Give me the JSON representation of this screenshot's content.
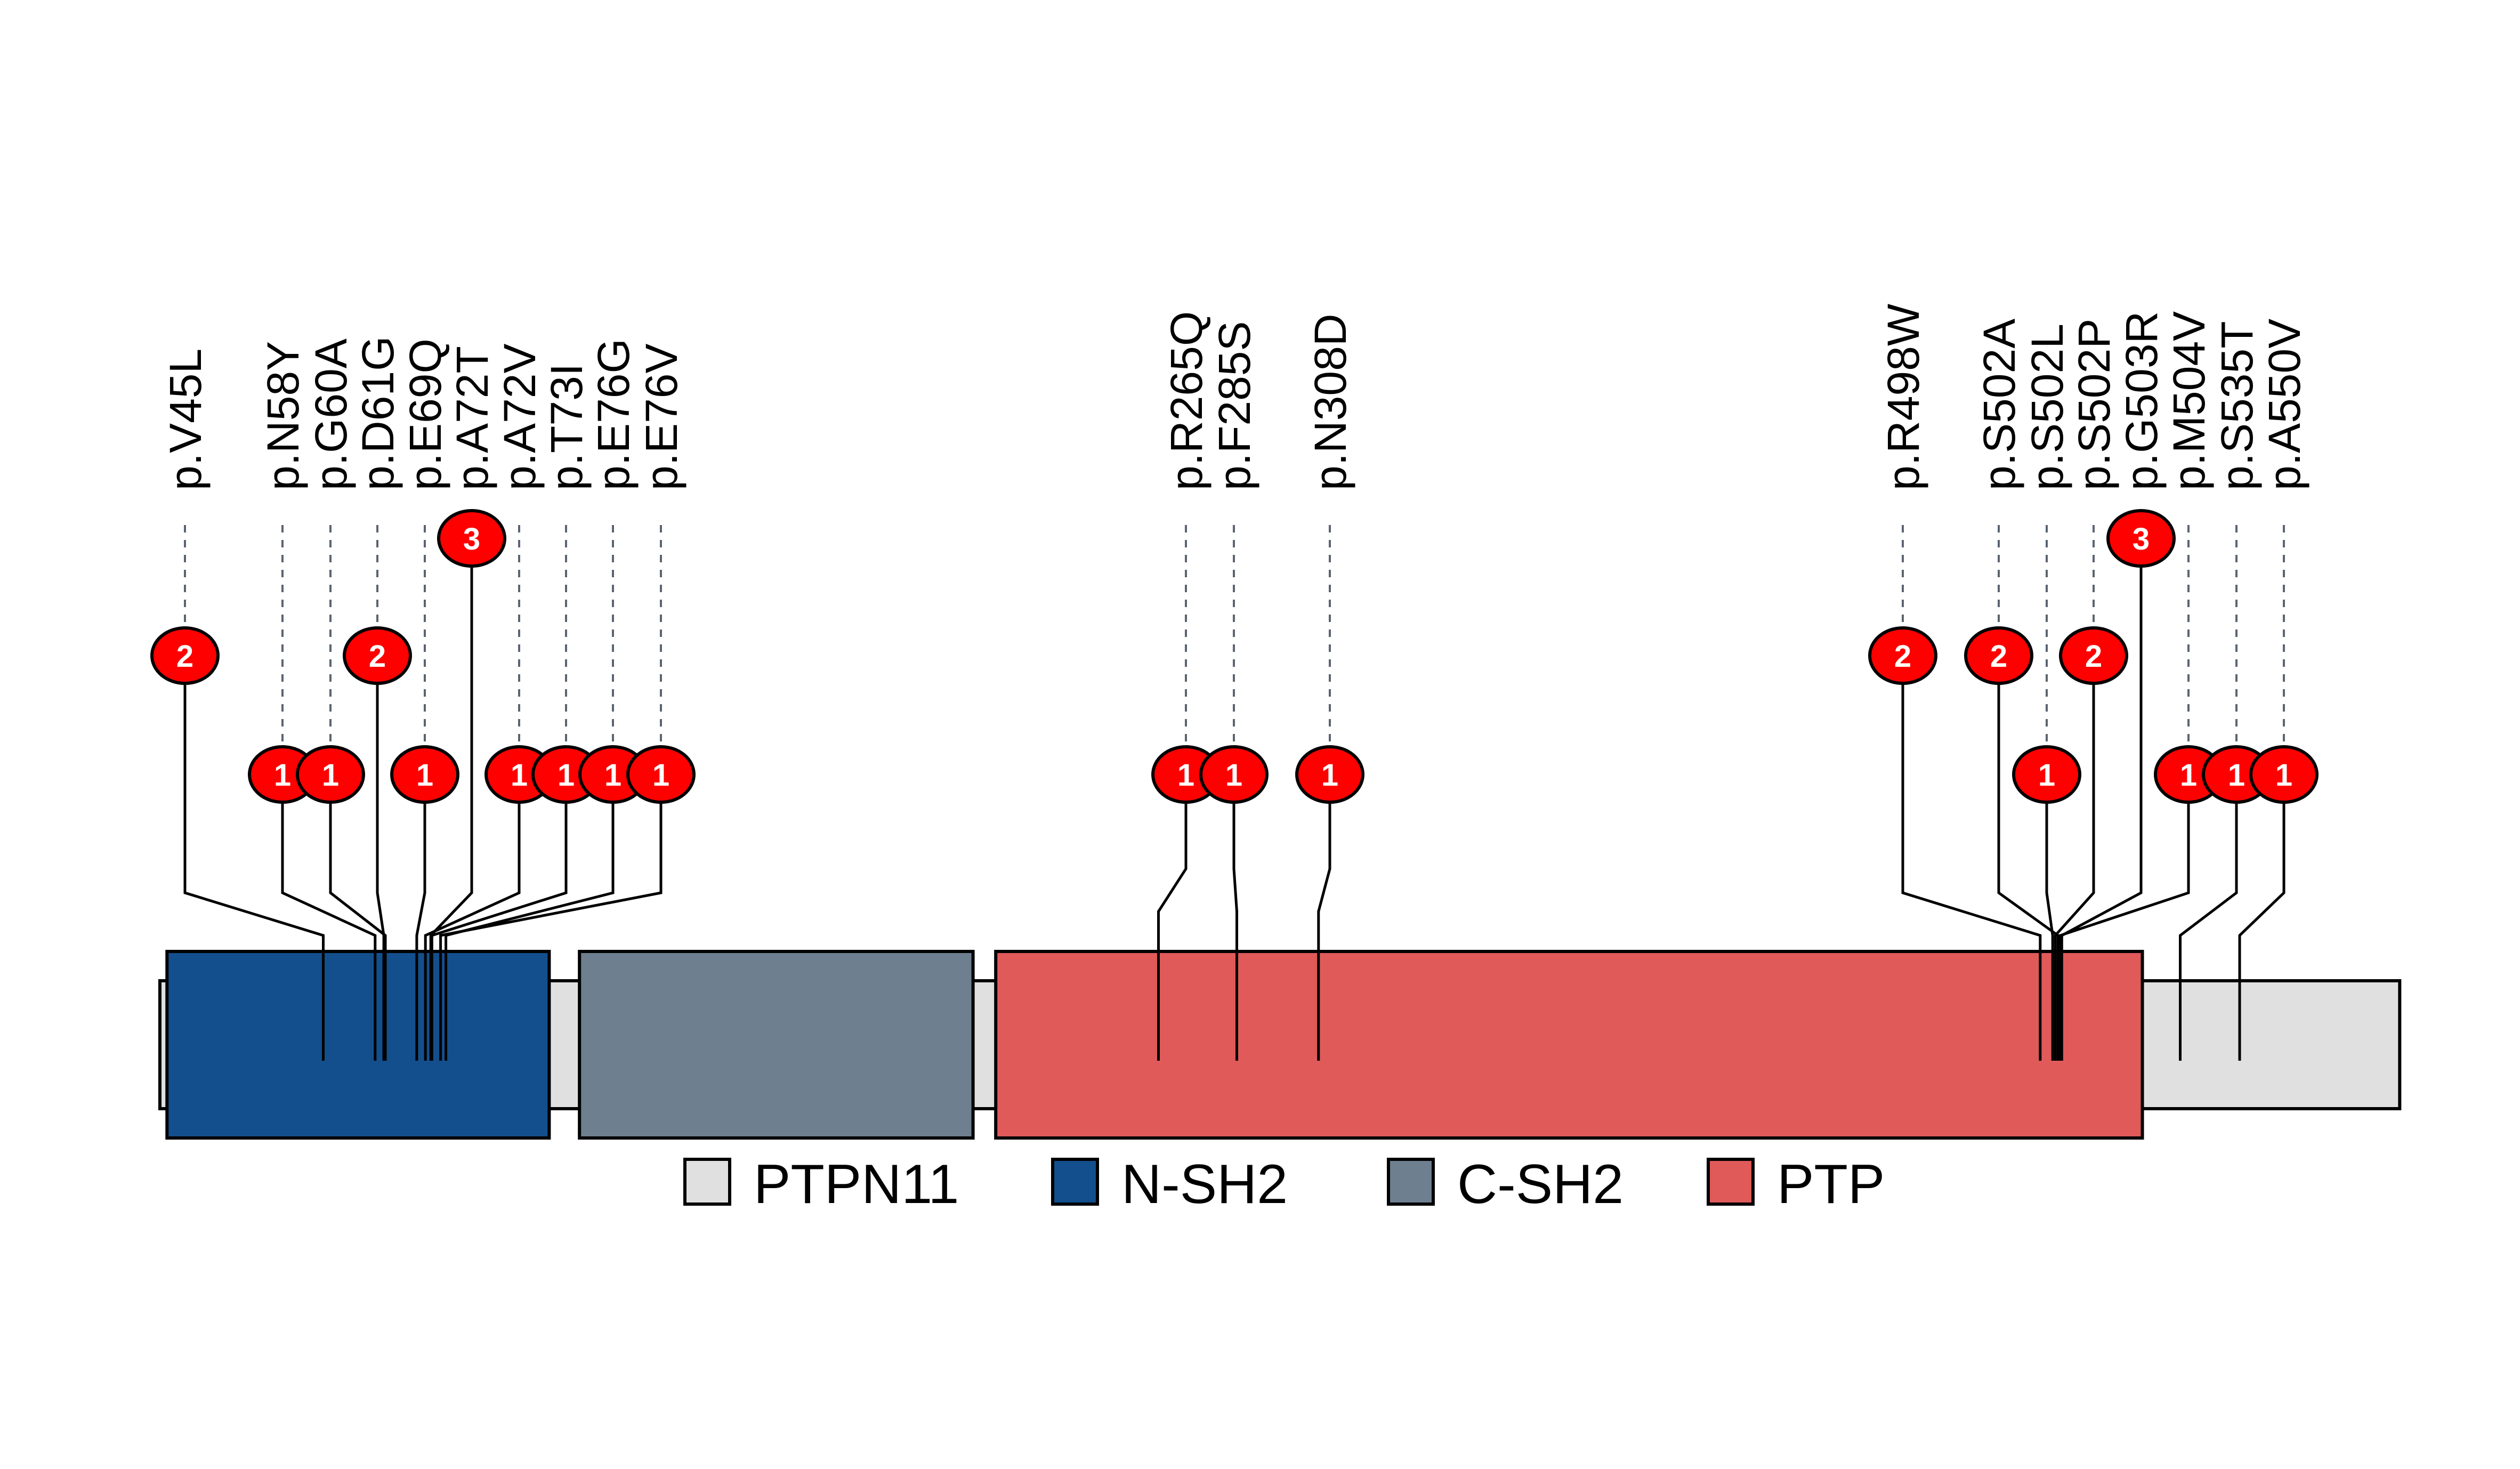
{
  "chart_data": {
    "type": "lollipop",
    "title": "",
    "protein": {
      "name": "PTPN11",
      "length_aa": 593,
      "color": "#e0e0e0"
    },
    "domains": [
      {
        "name": "N-SH2",
        "start": 3,
        "end": 104,
        "color": "#134f8c"
      },
      {
        "name": "C-SH2",
        "start": 112,
        "end": 216,
        "color": "#6e7f8f"
      },
      {
        "name": "PTP",
        "start": 222,
        "end": 525,
        "color": "#e05a5a"
      }
    ],
    "mutations": [
      {
        "label": "p.V45L",
        "position": 45,
        "count": 2
      },
      {
        "label": "p.N58Y",
        "position": 58,
        "count": 1
      },
      {
        "label": "p.G60A",
        "position": 60,
        "count": 1
      },
      {
        "label": "p.D61G",
        "position": 61,
        "count": 2
      },
      {
        "label": "p.E69Q",
        "position": 69,
        "count": 1
      },
      {
        "label": "p.A72T",
        "position": 72,
        "count": 3
      },
      {
        "label": "p.A72V",
        "position": 72,
        "count": 1
      },
      {
        "label": "p.T73I",
        "position": 73,
        "count": 1
      },
      {
        "label": "p.E76G",
        "position": 76,
        "count": 1
      },
      {
        "label": "p.E76V",
        "position": 76,
        "count": 1
      },
      {
        "label": "p.R265Q",
        "position": 265,
        "count": 1
      },
      {
        "label": "p.F285S",
        "position": 285,
        "count": 1
      },
      {
        "label": "p.N308D",
        "position": 308,
        "count": 1
      },
      {
        "label": "p.R498W",
        "position": 498,
        "count": 2
      },
      {
        "label": "p.S502A",
        "position": 502,
        "count": 2
      },
      {
        "label": "p.S502L",
        "position": 502,
        "count": 1
      },
      {
        "label": "p.S502P",
        "position": 502,
        "count": 2
      },
      {
        "label": "p.G503R",
        "position": 503,
        "count": 3
      },
      {
        "label": "p.M504V",
        "position": 504,
        "count": 1
      },
      {
        "label": "p.S535T",
        "position": 535,
        "count": 1
      },
      {
        "label": "p.A550V",
        "position": 550,
        "count": 1
      }
    ],
    "lollipop_color": "#ff0000",
    "legend": {
      "placement": "bottom-center",
      "entries": [
        {
          "label": "PTPN11",
          "color": "#e0e0e0"
        },
        {
          "label": "N-SH2",
          "color": "#134f8c"
        },
        {
          "label": "C-SH2",
          "color": "#6e7f8f"
        },
        {
          "label": "PTP",
          "color": "#e05a5a"
        }
      ]
    }
  }
}
